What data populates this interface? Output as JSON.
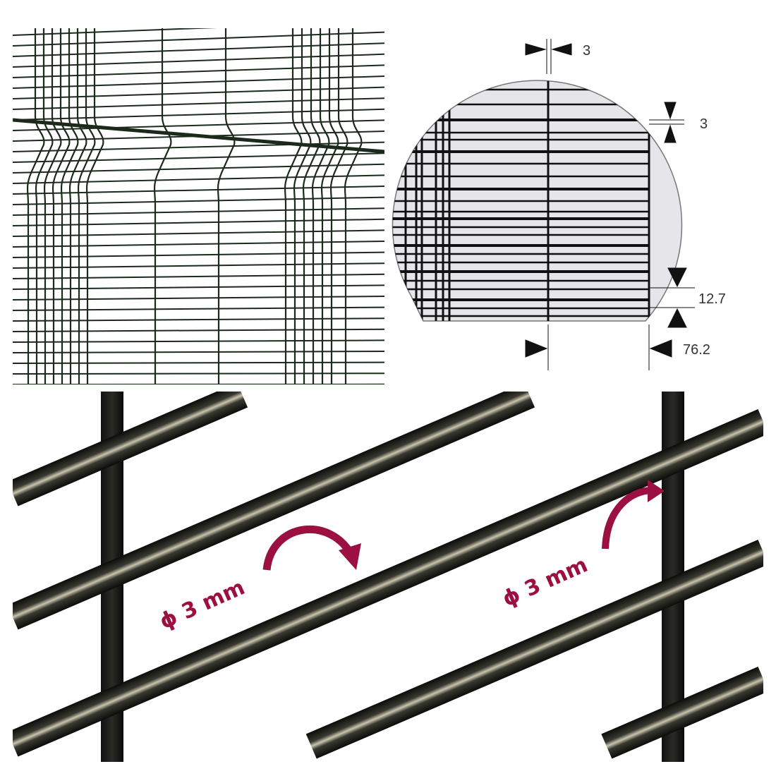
{
  "detail_view": {
    "dimensions": {
      "vertical_wire_thickness": "3",
      "horizontal_wire_thickness": "3",
      "horizontal_spacing": "12.7",
      "vertical_spacing": "76.2"
    }
  },
  "closeup_view": {
    "labels": [
      "ϕ 3 mm",
      "ϕ 3 mm"
    ],
    "label_color": "#9b1040",
    "wire_color": "#1a1a16"
  }
}
